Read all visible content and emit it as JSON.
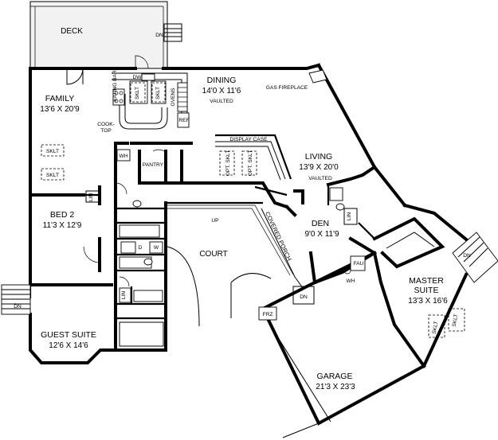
{
  "rooms": {
    "deck": "DECK",
    "family_name": "FAMILY",
    "family_dim": "13'6 X 20'9",
    "dining_name": "DINING",
    "dining_dim": "14'0 X 11'6",
    "dining_note": "VAULTED",
    "living_name": "LIVING",
    "living_dim": "13'9 X 20'0",
    "living_note": "VAULTED",
    "bed2_name": "BED 2",
    "bed2_dim": "11'3 X 12'9",
    "den_name": "DEN",
    "den_dim": "9'0 X 11'9",
    "court": "COURT",
    "covered_porch": "COVERED PORCH",
    "guest_name": "GUEST SUITE",
    "guest_dim": "12'6 X 14'6",
    "master_name1": "MASTER",
    "master_name2": "SUITE",
    "master_dim": "13'3 X 16'6",
    "garage_name": "GARAGE",
    "garage_dim": "21'3 X 23'3"
  },
  "labels": {
    "dn": "DN",
    "dw": "DW",
    "eating_bar": "EATING BAR",
    "sklt": "SKLT",
    "ovens": "OVENS",
    "ref": "REF",
    "cooktop1": "COOK-",
    "cooktop2": "TOP",
    "gas_fireplace": "GAS FIREPLACE",
    "display_case": "DISPLAY CASE",
    "opt_sklt": "OPT. SKLT",
    "wh": "WH",
    "pantry": "PANTRY",
    "lin": "LIN",
    "d": "D",
    "w": "W",
    "up": "UP",
    "frz": "FRZ",
    "fau": "FAU"
  }
}
